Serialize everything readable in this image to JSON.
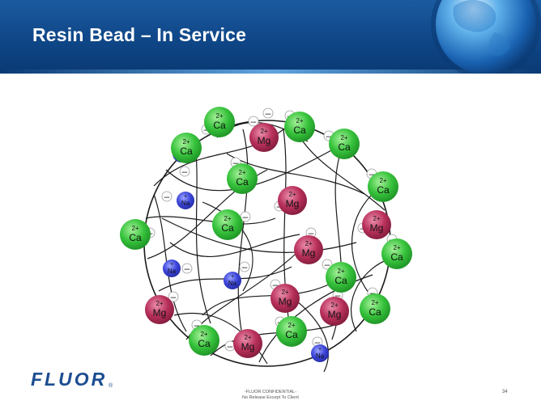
{
  "slide": {
    "title": "Resin Bead – In Service",
    "logo": "FLUOR",
    "logo_mark": "®",
    "confidential_line1": "-FLUOR CONFIDENTIAL-",
    "confidential_line2": "No Release Except To Client",
    "page_number": "34"
  },
  "colors": {
    "header": "#0e4585",
    "calcium": "#2fbf3a",
    "magnesium": "#b8305a",
    "sodium": "#3b44d9",
    "logo": "#1c4d91"
  },
  "ion_types": {
    "Ca": {
      "charge": "2+",
      "symbol": "Ca"
    },
    "Mg": {
      "charge": "2+",
      "symbol": "Mg"
    },
    "Na": {
      "charge": "+",
      "symbol": "Na"
    }
  },
  "minus_sign": "–",
  "ions": [
    {
      "type": "Ca"
    },
    {
      "type": "Mg"
    },
    {
      "type": "Ca"
    },
    {
      "type": "Ca"
    },
    {
      "type": "Na"
    },
    {
      "type": "Ca"
    },
    {
      "type": "Na"
    },
    {
      "type": "Mg"
    },
    {
      "type": "Ca"
    },
    {
      "type": "Ca"
    },
    {
      "type": "Mg"
    },
    {
      "type": "Ca"
    },
    {
      "type": "Mg"
    },
    {
      "type": "Ca"
    },
    {
      "type": "Na"
    },
    {
      "type": "Na"
    },
    {
      "type": "Ca"
    },
    {
      "type": "Mg"
    },
    {
      "type": "Mg"
    },
    {
      "type": "Mg"
    },
    {
      "type": "Ca"
    },
    {
      "type": "Ca"
    },
    {
      "type": "Ca"
    },
    {
      "type": "Mg"
    },
    {
      "type": "Ca"
    },
    {
      "type": "Na"
    }
  ]
}
